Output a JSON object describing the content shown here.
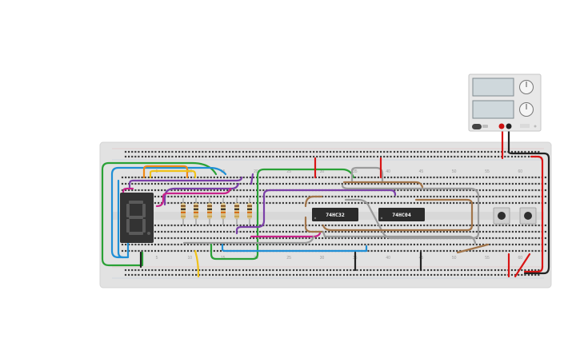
{
  "chips": [
    {
      "part": "74HC32"
    },
    {
      "part": "74HC04"
    }
  ],
  "column_numbers": [
    "5",
    "10",
    "15",
    "20",
    "25",
    "30",
    "35",
    "40",
    "45",
    "50",
    "55",
    "60"
  ],
  "power_supply": {
    "colors": {
      "body": "#e8e8e8",
      "display": "#cfd8dc",
      "negative": "#222222",
      "positive": "#cc1111"
    }
  },
  "colors": {
    "breadboard": "#e2e2e2",
    "hole": "#3c3c3c",
    "wire_green": "#2aa136",
    "wire_blue": "#1f8fd6",
    "wire_orange": "#f08a16",
    "wire_yellow": "#f0c21a",
    "wire_purple": "#7b3fa8",
    "wire_magenta": "#c8238a",
    "wire_red": "#d91515",
    "wire_black": "#222222",
    "wire_brown": "#a2754a",
    "wire_gray": "#9b9b9b",
    "display_body": "#333333",
    "chip_body": "#2b2b2b"
  },
  "icons": [
    "seven-segment-display-icon",
    "resistor-icon",
    "ic-chip-icon",
    "push-button-icon",
    "power-supply-icon",
    "knob-icon"
  ]
}
